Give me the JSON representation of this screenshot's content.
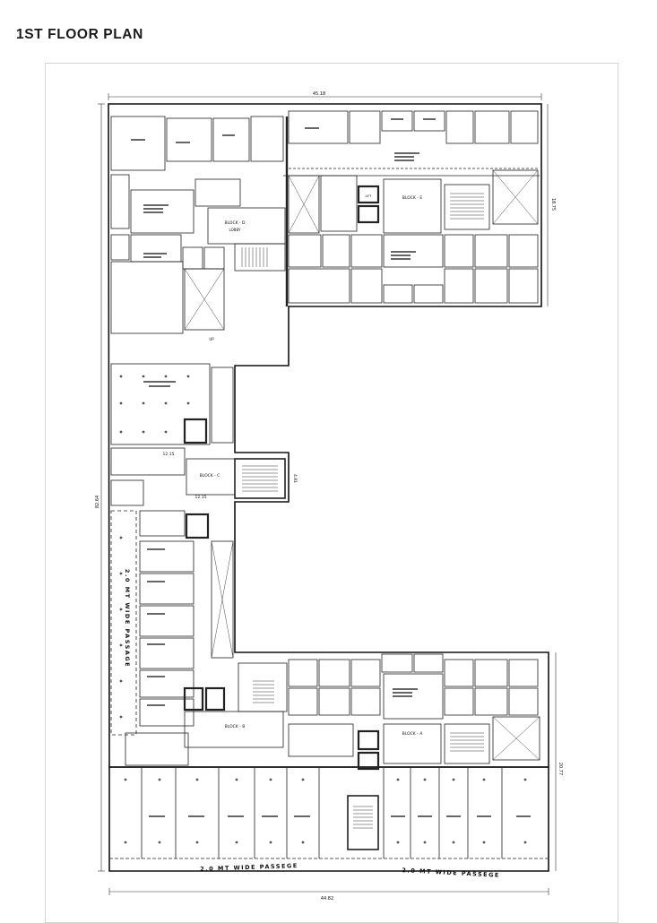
{
  "header": {
    "title": "1ST FLOOR PLAN"
  },
  "plan": {
    "dimensions": {
      "top_width": "45.18",
      "bottom_width": "44.82",
      "left_height": "82.64",
      "right_upper_height": "18.75",
      "right_lower_height": "20.77",
      "mid_a": "12.15",
      "mid_b": "12.15",
      "connector": "4.81"
    },
    "labels": {
      "block_d": "BLOCK - D",
      "block_e": "BLOCK - E",
      "block_b": "BLOCK - B",
      "block_a": "BLOCK - A",
      "block_c": "BLOCK - C",
      "lobby": "LOBBY",
      "lift": "LIFT",
      "shops_up": "UP",
      "passage_left": "2.0 MT WIDE PASSAGE",
      "passage_bottom_a": "2.0 MT WIDE PASSEGE",
      "passage_bottom_b": "2.0 MT WIDE PASSEGE"
    }
  }
}
